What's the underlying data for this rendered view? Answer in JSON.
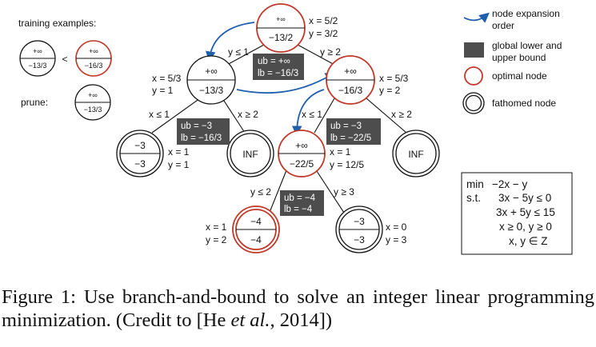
{
  "training": {
    "title": "training examples:",
    "left": {
      "top": "+∞",
      "bottom": "−13/3"
    },
    "less_than": "<",
    "right": {
      "top": "+∞",
      "bottom": "−16/3"
    },
    "prune_label": "prune:",
    "prune": {
      "top": "+∞",
      "bottom": "−13/3"
    }
  },
  "legend": {
    "expansion": [
      "node expansion",
      "order"
    ],
    "bound": [
      "global lower and",
      "upper bound"
    ],
    "optimal": "optimal node",
    "fathomed": "fathomed node"
  },
  "nodes": {
    "root": {
      "top": "+∞",
      "bottom": "−13/2",
      "x": "x = 5/2",
      "y": "y = 3/2"
    },
    "left": {
      "top": "+∞",
      "bottom": "−13/3",
      "x": "x = 5/3",
      "y": "y = 1"
    },
    "right": {
      "top": "+∞",
      "bottom": "−16/3",
      "x": "x = 5/3",
      "y": "y = 2"
    },
    "ll": {
      "top": "−3",
      "bottom": "−3",
      "x": "x = 1",
      "y": "y = 1"
    },
    "lr": {
      "label": "INF"
    },
    "rl": {
      "top": "+∞",
      "bottom": "−22/5",
      "x": "x = 1",
      "y": "y = 12/5"
    },
    "rr": {
      "label": "INF"
    },
    "rll": {
      "top": "−4",
      "bottom": "−4",
      "x": "x = 1",
      "y": "y = 2"
    },
    "rlr": {
      "top": "−3",
      "bottom": "−3",
      "x": "x = 0",
      "y": "y = 3"
    }
  },
  "edges": {
    "root_left": "y ≤ 1",
    "root_right": "y ≥ 2",
    "left_ll": "x ≤ 1",
    "left_lr": "x ≥ 2",
    "right_rl": "x ≤ 1",
    "right_rr": "x ≥ 2",
    "rl_rll": "y ≤ 2",
    "rl_rlr": "y ≥ 3"
  },
  "bounds": [
    {
      "ub": "ub = +∞",
      "lb": "lb = −16/3"
    },
    {
      "ub": "ub = −3",
      "lb": "lb = −16/3"
    },
    {
      "ub": "ub = −3",
      "lb": "lb = −22/5"
    },
    {
      "ub": "ub = −4",
      "lb": "lb = −4"
    }
  ],
  "lp": {
    "min_kw": "min",
    "objective": "−2x − y",
    "st_kw": "s.t.",
    "c1": "3x − 5y ≤ 0",
    "c2": "3x + 5y ≤ 15",
    "c3": "x ≥ 0, y ≥ 0",
    "c4": "x, y ∈ Z"
  },
  "caption": {
    "part1": "Figure 1:  Use branch-and-bound to solve an integer linear programming minimization. (Credit to [He ",
    "etal": "et al.",
    "part2": ", 2014])"
  },
  "colors": {
    "optimal": "#c0392b",
    "bound_box": "#4d4d4d",
    "arrow": "#1f5fae"
  }
}
